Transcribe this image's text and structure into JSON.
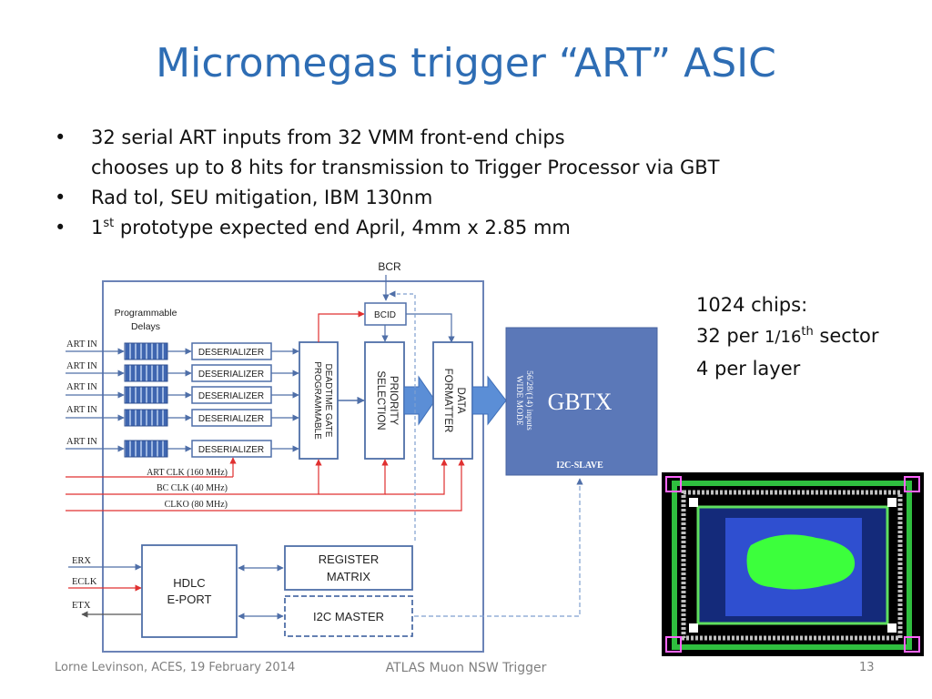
{
  "title": "Micromegas trigger “ART” ASIC",
  "bullets": [
    {
      "text": "32 serial ART inputs from 32 VMM front-end chips",
      "line2": "chooses up to 8 hits for transmission to Trigger Processor via GBT"
    },
    {
      "text": "Rad tol, SEU mitigation, IBM 130nm"
    },
    {
      "pre": "1",
      "sup": "st",
      "post": " prototype expected end April, 4mm x 2.85 mm"
    }
  ],
  "side_note": {
    "line1": "1024 chips:",
    "line2_pre": "32 per ",
    "line2_frac": "1/16",
    "line2_sup": "th",
    "line2_post": " sector",
    "line3": "4 per layer"
  },
  "diagram": {
    "bcr_label": "BCR",
    "delays_label_1": "Programmable",
    "delays_label_2": "Delays",
    "art_in_label": "ART IN",
    "deserializer_label": "DESERIALIZER",
    "bcid_label": "BCID",
    "deadtime_label_1": "PROGRAMMABLE",
    "deadtime_label_2": "DEADTIME  GATE",
    "priority_label_1": "PRIORITY",
    "priority_label_2": "SELECTION",
    "formatter_label_1": "DATA",
    "formatter_label_2": "FORMATTER",
    "gbtx_label": "GBTX",
    "wide_mode_1": "WIDE MODE",
    "wide_mode_2": "56/28/(14) inputs",
    "i2c_slave_label": "I2C-SLAVE",
    "art_clk_label": "ART CLK (160 MHz)",
    "bc_clk_label": "BC CLK (40 MHz)",
    "clko_label": "CLKO (80 MHz)",
    "erx_label": "ERX",
    "eclk_label": "ECLK",
    "etx_label": "ETX",
    "hdlc_label_1": "HDLC",
    "hdlc_label_2": "E-PORT",
    "register_label_1": "REGISTER",
    "register_label_2": "MATRIX",
    "i2c_master_label": "I2C  MASTER"
  },
  "footer": {
    "left": "Lorne Levinson, ACES, 19 February 2014",
    "center": "ATLAS Muon NSW Trigger",
    "page": "13"
  },
  "colors": {
    "title": "#2e6db4",
    "gbtx_fill": "#5b78b8",
    "block_border": "#4f6fa8",
    "red_line": "#e03030",
    "arrow_fill": "#5b8ed6"
  }
}
